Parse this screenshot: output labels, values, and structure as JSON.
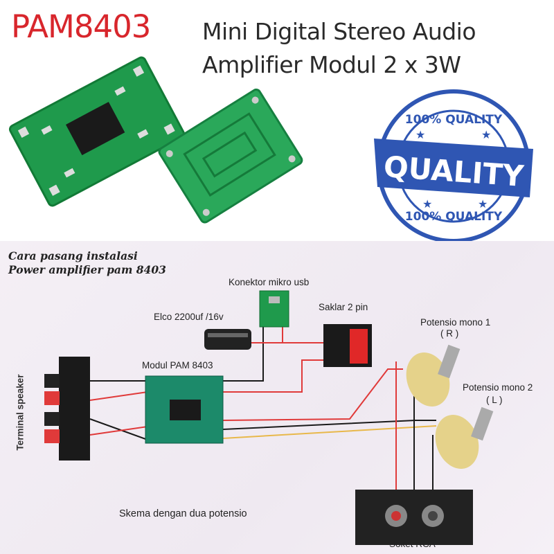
{
  "header": {
    "brand": "PAM8403",
    "subtitle_line1": "Mini Digital Stereo Audio",
    "subtitle_line2": "Amplifier Modul 2 x 3W"
  },
  "seal": {
    "top_text": "100% QUALITY",
    "center_text": "QUALITY",
    "bottom_text": "100% QUALITY",
    "color": "#2f56b3"
  },
  "diagram": {
    "title_line1": "Cara pasang instalasi",
    "title_line2": "Power amplifier pam 8403",
    "labels": {
      "usb": "Konektor mikro usb",
      "elco": "Elco 2200uf /16v",
      "switch": "Saklar 2 pin",
      "pot1": "Potensio mono 1",
      "pot1_channel": "( R )",
      "pot2": "Potensio mono 2",
      "pot2_channel": "( L )",
      "module": "Modul PAM 8403",
      "terminal": "Terminal speaker",
      "scheme": "Skema dengan dua potensio",
      "rca": "Soket RCA"
    },
    "wire_colors": {
      "red": "#e03a3a",
      "black": "#1a1a1a",
      "yellow": "#e8b84a"
    }
  }
}
